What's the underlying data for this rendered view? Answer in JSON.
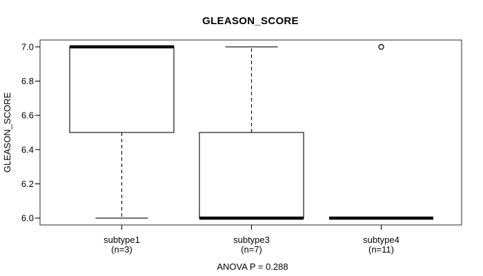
{
  "chart_data": {
    "type": "box",
    "title": "GLEASON_SCORE",
    "ylabel": "GLEASON_SCORE",
    "xlabel": "",
    "annotation": "ANOVA P = 0.288",
    "ylim": [
      5.96,
      7.04
    ],
    "yticks": [
      6.0,
      6.2,
      6.4,
      6.6,
      6.8,
      7.0
    ],
    "grid": false,
    "legend": null,
    "groups": [
      {
        "label": "subtype1",
        "count_label": "(n=3)",
        "n": 3,
        "whisker_low": 6.0,
        "q1": 6.5,
        "median": 7.0,
        "q3": 7.0,
        "whisker_high": 7.0,
        "outliers": []
      },
      {
        "label": "subtype3",
        "count_label": "(n=7)",
        "n": 7,
        "whisker_low": 6.0,
        "q1": 6.0,
        "median": 6.0,
        "q3": 6.5,
        "whisker_high": 7.0,
        "outliers": []
      },
      {
        "label": "subtype4",
        "count_label": "(n=11)",
        "n": 11,
        "whisker_low": 6.0,
        "q1": 6.0,
        "median": 6.0,
        "q3": 6.0,
        "whisker_high": 6.0,
        "outliers": [
          7.0
        ]
      }
    ],
    "colors": {
      "line": "#000000",
      "frame": "#3d3d3d",
      "background": "#ffffff"
    }
  }
}
